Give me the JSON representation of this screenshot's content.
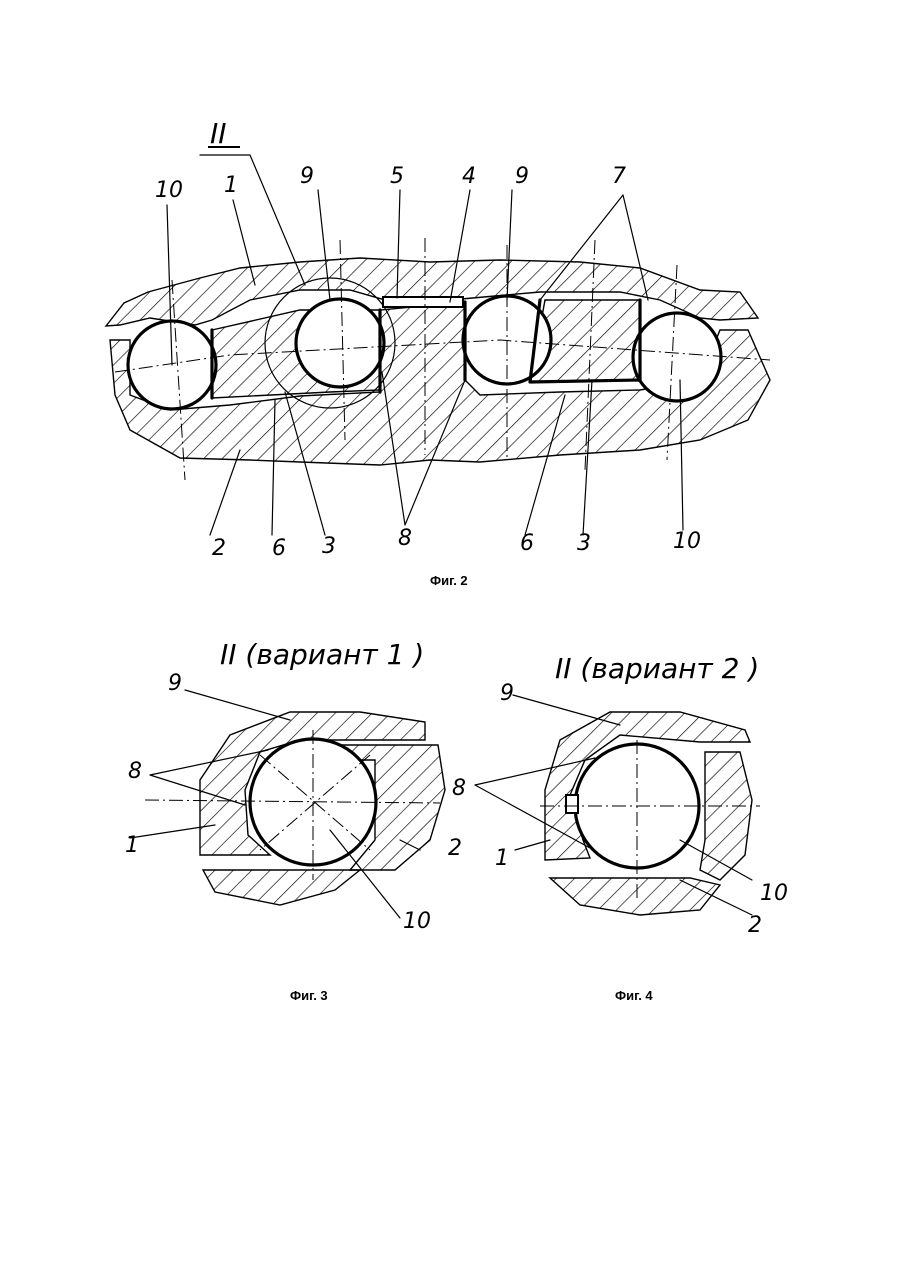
{
  "figures": [
    {
      "id": "fig2",
      "caption": "Фиг. 2",
      "section_mark": "II",
      "labels": [
        "10",
        "1",
        "9",
        "5",
        "4",
        "9",
        "7",
        "2",
        "6",
        "3",
        "8",
        "6",
        "3",
        "10"
      ]
    },
    {
      "id": "fig3",
      "caption": "Фиг. 3",
      "title": "II (вариант 1 )",
      "labels": [
        "9",
        "8",
        "1",
        "2",
        "10"
      ]
    },
    {
      "id": "fig4",
      "caption": "Фиг. 4",
      "title": "II (вариант 2 )",
      "labels": [
        "9",
        "8",
        "1",
        "10",
        "2"
      ]
    }
  ]
}
